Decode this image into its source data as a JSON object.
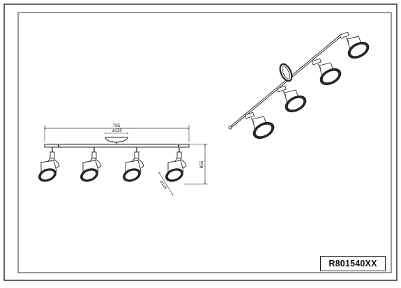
{
  "drawing": {
    "product_code": "R801540XX",
    "dimensions": {
      "total_length": "795",
      "canopy_diameter": "ø130",
      "height": "855",
      "shade_diameter": "ø115"
    }
  }
}
